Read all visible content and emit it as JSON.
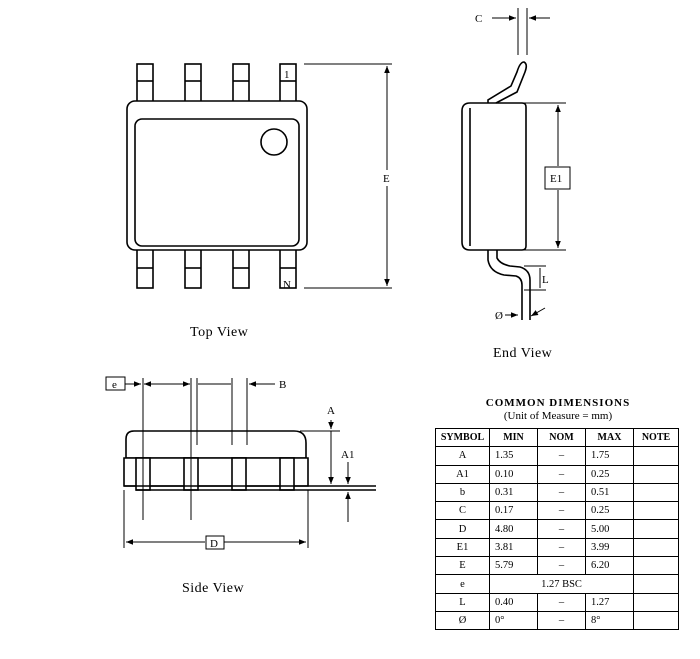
{
  "labels": {
    "pin_first": "1",
    "pin_last": "N",
    "dim_e_height": "E",
    "dim_c": "C",
    "dim_e1": "E1",
    "dim_l": "L",
    "dim_angle": "Ø",
    "dim_e_pitch": "e",
    "dim_b": "B",
    "dim_a": "A",
    "dim_a1": "A1",
    "dim_d": "D"
  },
  "captions": {
    "top_view": "Top View",
    "end_view": "End View",
    "side_view": "Side View"
  },
  "table": {
    "title": "COMMON DIMENSIONS",
    "subtitle": "(Unit of Measure = mm)",
    "headers": [
      "SYMBOL",
      "MIN",
      "NOM",
      "MAX",
      "NOTE"
    ],
    "rows": [
      {
        "symbol": "A",
        "min": "1.35",
        "nom": "–",
        "max": "1.75",
        "note": ""
      },
      {
        "symbol": "A1",
        "min": "0.10",
        "nom": "–",
        "max": "0.25",
        "note": ""
      },
      {
        "symbol": "b",
        "min": "0.31",
        "nom": "–",
        "max": "0.51",
        "note": ""
      },
      {
        "symbol": "C",
        "min": "0.17",
        "nom": "–",
        "max": "0.25",
        "note": ""
      },
      {
        "symbol": "D",
        "min": "4.80",
        "nom": "–",
        "max": "5.00",
        "note": ""
      },
      {
        "symbol": "E1",
        "min": "3.81",
        "nom": "–",
        "max": "3.99",
        "note": ""
      },
      {
        "symbol": "E",
        "min": "5.79",
        "nom": "–",
        "max": "6.20",
        "note": ""
      },
      {
        "symbol": "e",
        "span": "1.27 BSC",
        "note": ""
      },
      {
        "symbol": "L",
        "min": "0.40",
        "nom": "–",
        "max": "1.27",
        "note": ""
      },
      {
        "symbol": "Ø",
        "min": "0°",
        "nom": "–",
        "max": "8°",
        "note": ""
      }
    ]
  }
}
